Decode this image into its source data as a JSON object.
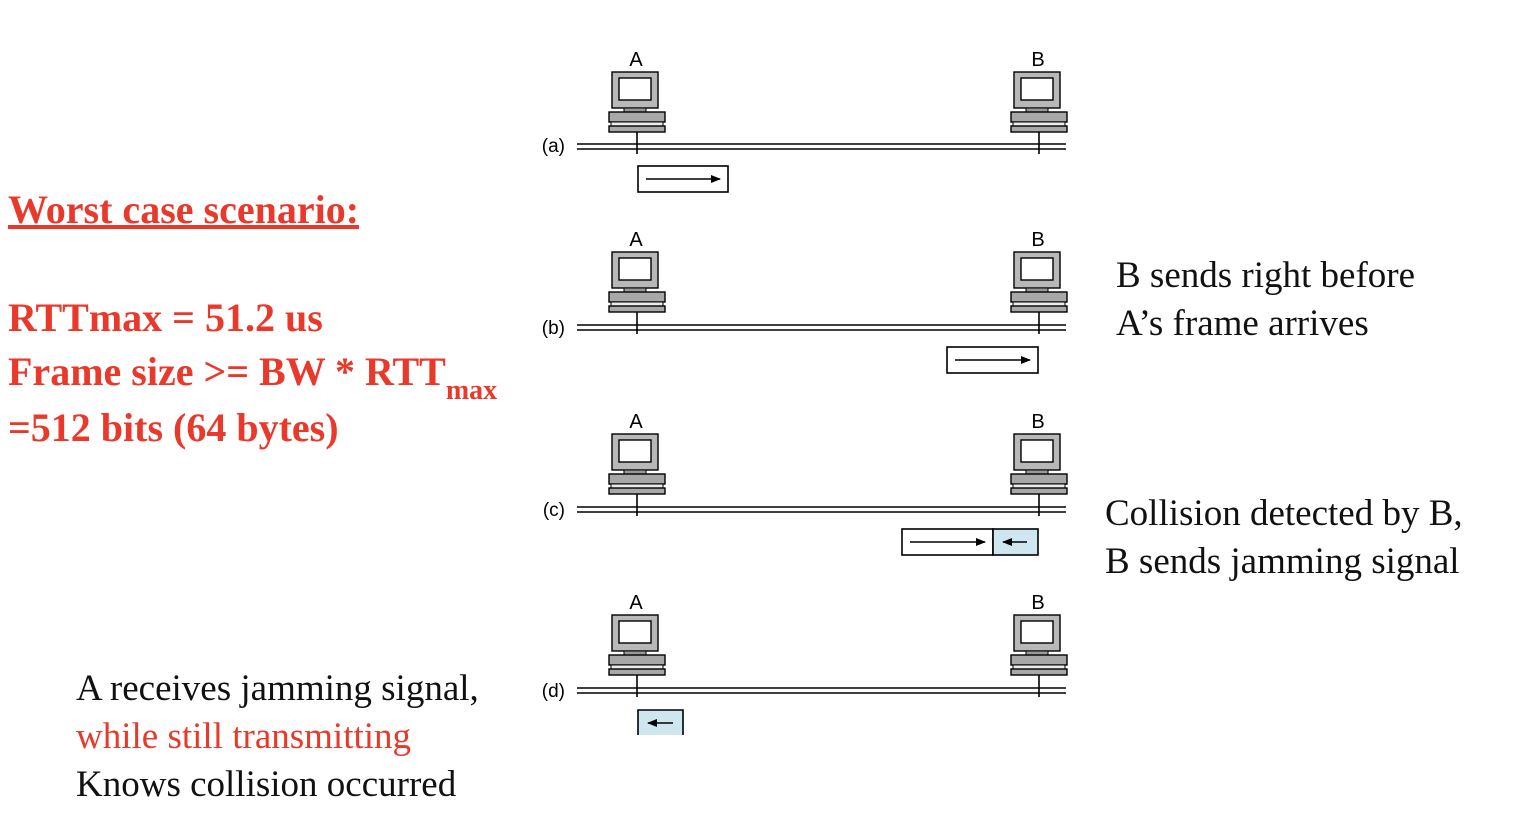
{
  "left_panel": {
    "title": "Worst case scenario:",
    "rtt_line": "RTTmax = 51.2 us",
    "frame_line_main": "Frame size >= BW * RTT",
    "frame_line_sub": "max",
    "bits_line": "=512 bits (64 bytes)"
  },
  "annotations": {
    "b_line1": "B sends right before",
    "b_line2": "A’s frame arrives",
    "c_line1": "Collision detected by B,",
    "c_line2": "B sends jamming signal",
    "d_line1": "A receives jamming signal,",
    "d_line2": "while still transmitting",
    "d_line3": "Knows collision occurred"
  },
  "stations": {
    "a": "A",
    "b": "B"
  },
  "panels": [
    {
      "label": "(a)",
      "frame": "A's frame, moving right",
      "jam": false
    },
    {
      "label": "(b)",
      "frame": "A's frame, arriving at B",
      "jam": false
    },
    {
      "label": "(c)",
      "frame": "A's frame colliding with jam",
      "jam": true
    },
    {
      "label": "(d)",
      "frame": "jamming signal arriving at A",
      "jam": true
    }
  ],
  "colors": {
    "highlight_text": "#e8392b",
    "jam_fill": "#cde6ef",
    "computer_gray": "#a8a8a8"
  }
}
